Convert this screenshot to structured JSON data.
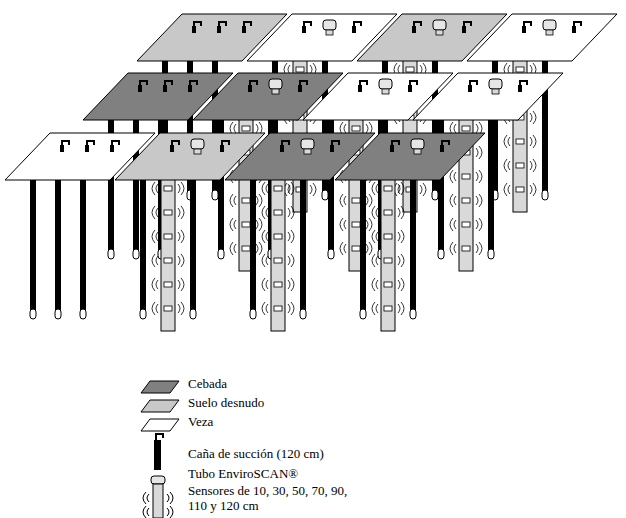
{
  "diagram": {
    "legend": [
      {
        "text": "Cebada",
        "color": "#808080"
      },
      {
        "text": "Suelo desnudo",
        "color": "#c8c8c8"
      },
      {
        "text": "Veza",
        "color": "#ffffff"
      },
      {
        "text": "Caña de succión (120 cm)"
      },
      {
        "text": "Tubo EnviroSCAN®"
      },
      {
        "text": "Sensores de 10, 30, 50, 70, 90, 110 y 120 cm"
      }
    ]
  }
}
